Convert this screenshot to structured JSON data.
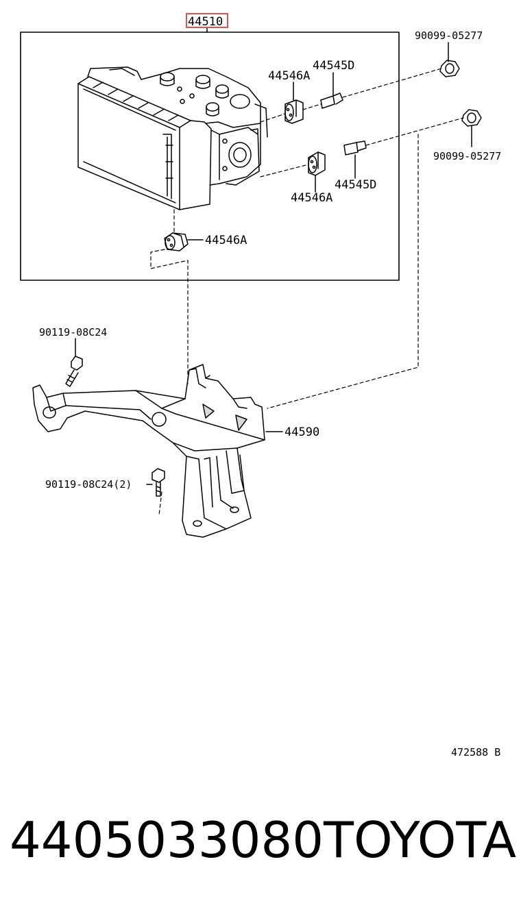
{
  "diagram": {
    "highlighted_part": "44510",
    "labels": {
      "nut_top": "90099-05277",
      "nut_right": "90099-05277",
      "stud_top": "44545D",
      "stud_right": "44545D",
      "cushion_top": "44546A",
      "cushion_right": "44546A",
      "cushion_bottom": "44546A",
      "bolt_top": "90119-08C24",
      "bolt_bottom": "90119-08C24(2)",
      "bracket": "44590"
    },
    "reference_code": "472588 B",
    "highlight_color": "#d9534f"
  },
  "footer": {
    "part_number": "4405033080",
    "brand": "TOYOTA"
  }
}
